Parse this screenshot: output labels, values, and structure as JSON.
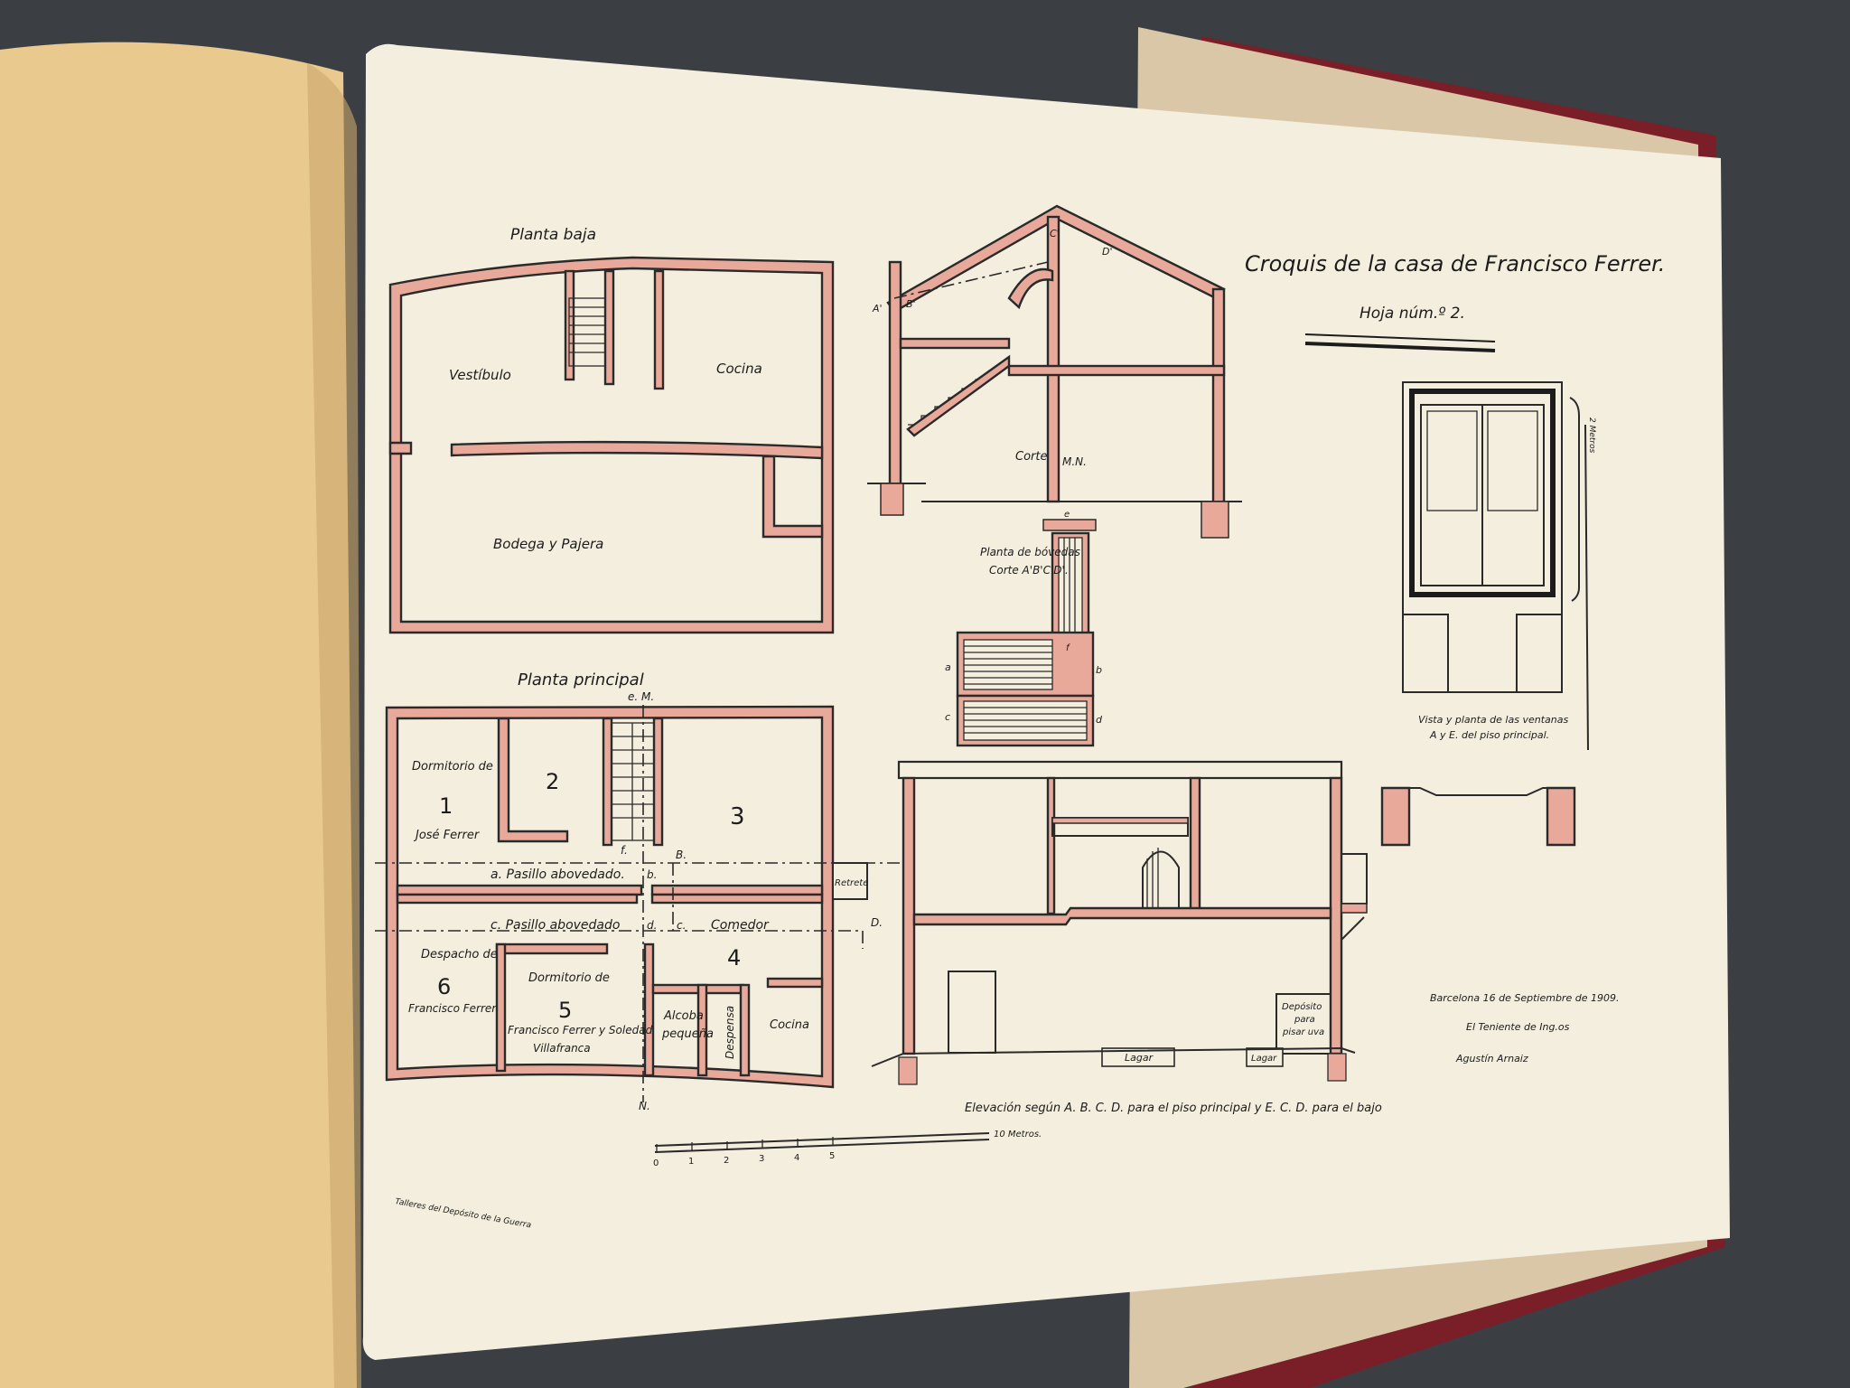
{
  "sheet": {
    "title": "Croquis de la casa de Francisco Ferrer.",
    "subtitle": "Hoja núm.º 2.",
    "printer": "Talleres del Depósito de la Guerra"
  },
  "planta_baja": {
    "title": "Planta baja",
    "rooms": [
      "Vestíbulo",
      "Cocina",
      "Bodega y Pajera"
    ]
  },
  "planta_principal": {
    "title": "Planta principal",
    "room1": {
      "label": "Dormitorio de",
      "number": "1",
      "name": "José Ferrer"
    },
    "room2": {
      "number": "2"
    },
    "room3": {
      "number": "3"
    },
    "room4": {
      "number": "4",
      "label": "Comedor"
    },
    "room5": {
      "label": "Dormitorio de",
      "number": "5",
      "name1": "Francisco Ferrer y Soledad",
      "name2": "Villafranca"
    },
    "room6": {
      "label": "Despacho de",
      "number": "6",
      "name": "Francisco Ferrer"
    },
    "pasillo_a": "a. Pasillo abovedado.",
    "pasillo_c": "c. Pasillo abovedado",
    "alcoba": [
      "Alcoba",
      "pequeña"
    ],
    "despensa": "Despensa",
    "cocina": "Cocina",
    "retrete": "Retrete",
    "marks": {
      "em": "e. M.",
      "f": "f.",
      "B": "B.",
      "b": "b.",
      "d": "d.",
      "c": "c.",
      "D": "D.",
      "N": "N."
    }
  },
  "corte": {
    "label": "Corte",
    "mn": "M.N.",
    "points": [
      "A'",
      "B'",
      "C'",
      "D'"
    ]
  },
  "bovedas": {
    "title1": "Planta de bóvedas",
    "title2": "Corte A'B'C'D'.",
    "letters": [
      "a",
      "b",
      "c",
      "d",
      "e",
      "f"
    ]
  },
  "elevacion": {
    "caption": "Elevación según A. B. C. D. para el piso principal y E. C. D. para el bajo",
    "deposito": [
      "Depósito",
      "para",
      "pisar uva"
    ],
    "lagar": "Lagar"
  },
  "ventanas": {
    "caption1": "Vista y planta de las ventanas",
    "caption2": "A y E. del piso principal.",
    "scale": "2 Metros"
  },
  "scale": {
    "ticks": [
      "0",
      "1",
      "2",
      "3",
      "4",
      "5"
    ],
    "end": "10 Metros."
  },
  "signature": {
    "place_date": "Barcelona 16 de Septiembre de 1909.",
    "role": "El Teniente de Ing.os",
    "name": "Agustín Arnaiz"
  },
  "colors": {
    "wall": "#e8a99a",
    "paper": "#f3eedd",
    "cover": "#7a1e28"
  }
}
